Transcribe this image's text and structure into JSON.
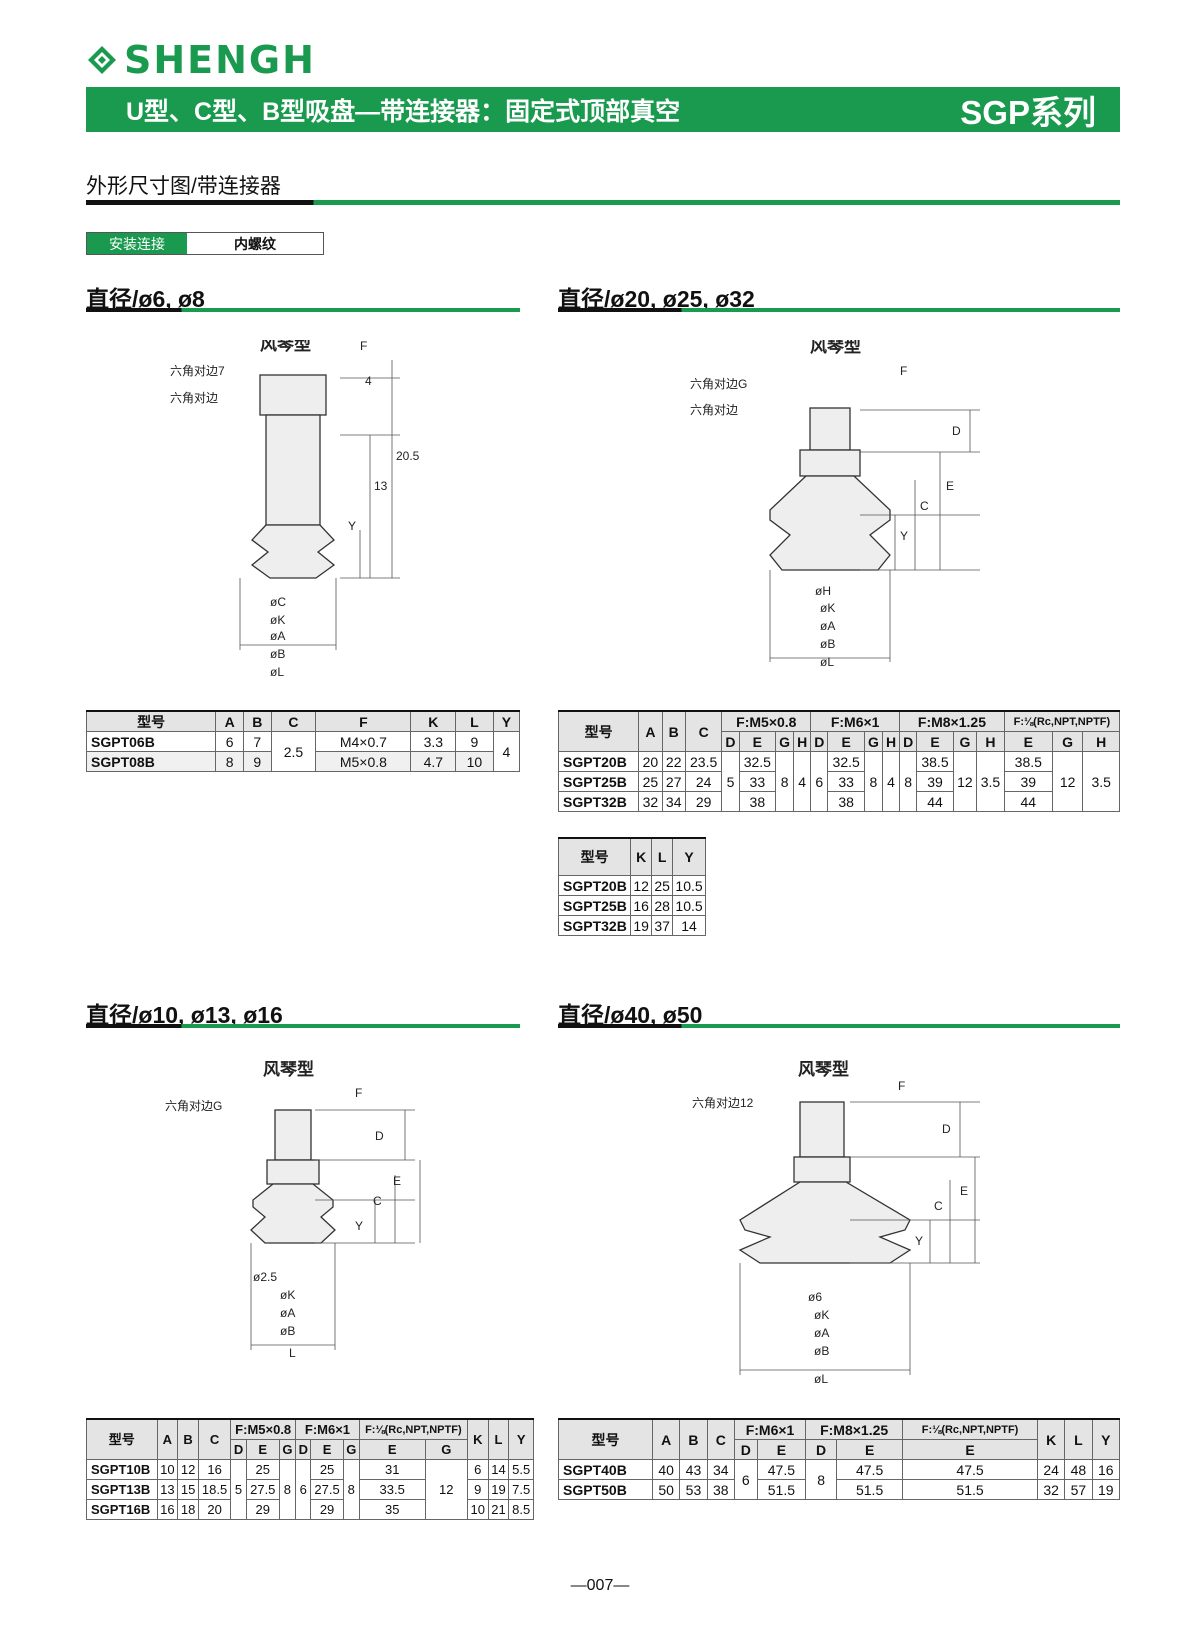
{
  "brand": "SHENGH",
  "banner": {
    "title": "U型、C型、B型吸盘—带连接器：固定式顶部真空",
    "series": "SGP系列"
  },
  "section_title": "外形尺寸图/带连接器",
  "tag": {
    "label": "安装连接",
    "value": "内螺纹"
  },
  "panels": [
    {
      "heading": "直径/ø6, ø8",
      "type": "风琴型",
      "labels": {
        "hex1": "六角对边7",
        "hex2": "六角对边",
        "F": "F",
        "d1": "4",
        "d2": "20.5",
        "d3": "13",
        "Y": "Y",
        "c": "øC",
        "k": "øK",
        "a": "øA",
        "b": "øB",
        "l": "øL"
      }
    },
    {
      "heading": "直径/ø20, ø25, ø32",
      "type": "风琴型",
      "labels": {
        "hex1": "六角对边G",
        "hex2": "六角对边",
        "F": "F",
        "D": "D",
        "E": "E",
        "C": "C",
        "Y": "Y",
        "h": "øH",
        "k": "øK",
        "a": "øA",
        "b": "øB",
        "l": "øL"
      }
    },
    {
      "heading": "直径/ø10, ø13, ø16",
      "type": "风琴型",
      "labels": {
        "hex1": "六角对边G",
        "F": "F",
        "D": "D",
        "E": "E",
        "C": "C",
        "Y": "Y",
        "c": "ø2.5",
        "k": "øK",
        "a": "øA",
        "b": "øB",
        "l": "L"
      }
    },
    {
      "heading": "直径/ø40, ø50",
      "type": "风琴型",
      "labels": {
        "hex1": "六角对边12",
        "F": "F",
        "D": "D",
        "E": "E",
        "C": "C",
        "Y": "Y",
        "c": "ø6",
        "k": "øK",
        "a": "øA",
        "b": "øB",
        "l": "øL"
      }
    }
  ],
  "t1": {
    "head": [
      "型号",
      "A",
      "B",
      "C",
      "F",
      "K",
      "L",
      "Y"
    ],
    "rows": [
      [
        "SGPT06B",
        "6",
        "7",
        "2.5",
        "M4×0.7",
        "3.3",
        "9",
        "4"
      ],
      [
        "SGPT08B",
        "8",
        "9",
        "M5×0.8",
        "4.7",
        "10"
      ]
    ]
  },
  "t2": {
    "model": "型号",
    "abc": [
      "A",
      "B",
      "C"
    ],
    "groups": [
      "F:M5×0.8",
      "F:M6×1",
      "F:M8×1.25",
      "F:⅛(Rc,NPT,NPTF)"
    ],
    "sub": [
      "D",
      "E",
      "G",
      "H"
    ],
    "rows": [
      [
        "SGPT20B",
        "20",
        "22",
        "23.5",
        "32.5",
        "32.5",
        "38.5",
        "38.5"
      ],
      [
        "SGPT25B",
        "25",
        "27",
        "24",
        "33",
        "33",
        "39",
        "39"
      ],
      [
        "SGPT32B",
        "32",
        "34",
        "29",
        "38",
        "38",
        "44",
        "44"
      ]
    ],
    "span": {
      "m5": [
        "5",
        "8",
        "4"
      ],
      "m6": [
        "6",
        "8",
        "4"
      ],
      "m8": [
        "8",
        "12",
        "3.5"
      ],
      "r": [
        "12",
        "3.5"
      ]
    }
  },
  "t3": {
    "head": [
      "型号",
      "K",
      "L",
      "Y"
    ],
    "rows": [
      [
        "SGPT20B",
        "12",
        "25",
        "10.5"
      ],
      [
        "SGPT25B",
        "16",
        "28",
        "10.5"
      ],
      [
        "SGPT32B",
        "19",
        "37",
        "14"
      ]
    ]
  },
  "t4": {
    "model": "型号",
    "abc": [
      "A",
      "B",
      "C"
    ],
    "groups": [
      "F:M5×0.8",
      "F:M6×1",
      "F:⅛(Rc,NPT,NPTF)"
    ],
    "sub": [
      "D",
      "E",
      "G"
    ],
    "kly": [
      "K",
      "L",
      "Y"
    ],
    "rows": [
      [
        "SGPT10B",
        "10",
        "12",
        "16",
        "25",
        "25",
        "31",
        "6",
        "14",
        "5.5"
      ],
      [
        "SGPT13B",
        "13",
        "15",
        "18.5",
        "27.5",
        "27.5",
        "33.5",
        "9",
        "19",
        "7.5"
      ],
      [
        "SGPT16B",
        "16",
        "18",
        "20",
        "29",
        "29",
        "35",
        "10",
        "21",
        "8.5"
      ]
    ],
    "span": {
      "m5": [
        "5",
        "8"
      ],
      "m6": [
        "6",
        "8"
      ],
      "r": [
        "12"
      ]
    }
  },
  "t5": {
    "model": "型号",
    "abc": [
      "A",
      "B",
      "C"
    ],
    "groups": [
      "F:M6×1",
      "F:M8×1.25",
      "F:⅛(Rc,NPT,NPTF)"
    ],
    "sub": [
      "D",
      "E"
    ],
    "kly": [
      "K",
      "L",
      "Y"
    ],
    "rows": [
      [
        "SGPT40B",
        "40",
        "43",
        "34",
        "47.5",
        "47.5",
        "47.5",
        "24",
        "48",
        "16"
      ],
      [
        "SGPT50B",
        "50",
        "53",
        "38",
        "51.5",
        "51.5",
        "51.5",
        "32",
        "57",
        "19"
      ]
    ],
    "span": {
      "m6": "6",
      "m8": "8"
    }
  },
  "page_number": "—007—"
}
